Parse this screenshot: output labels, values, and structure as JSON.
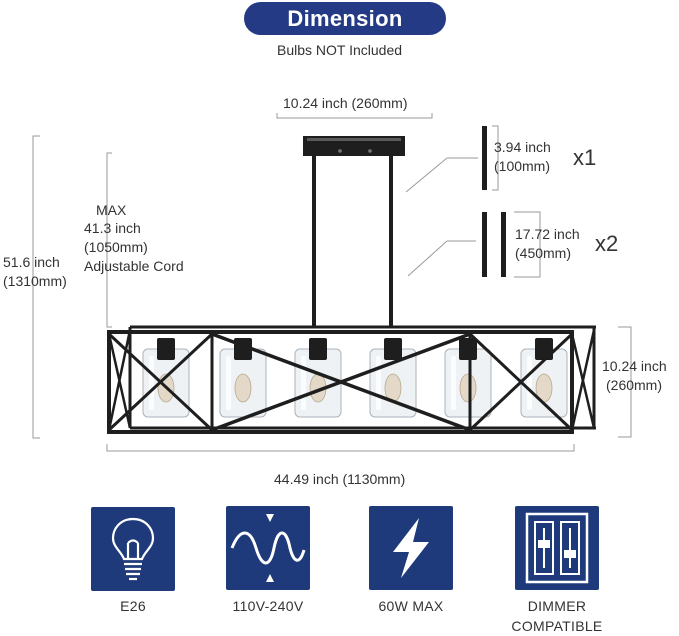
{
  "header": {
    "title": "Dimension",
    "subtitle": "Bulbs NOT Included"
  },
  "dimensions": {
    "canopy_width": "10.24 inch (260mm)",
    "total_height_line1": "51.6 inch",
    "total_height_line2": "(1310mm)",
    "cord_line1": "MAX",
    "cord_line2": "41.3 inch",
    "cord_line3": "(1050mm)",
    "cord_line4": "Adjustable Cord",
    "rod_short_line1": "3.94 inch",
    "rod_short_line2": "(100mm)",
    "rod_short_qty": "x1",
    "rod_long_line1": "17.72 inch",
    "rod_long_line2": "(450mm)",
    "rod_long_qty": "x2",
    "body_height_line1": "10.24 inch",
    "body_height_line2": "(260mm)",
    "body_length": "44.49 inch (1130mm)"
  },
  "features": [
    {
      "icon": "bulb-icon",
      "label": "E26",
      "label2": ""
    },
    {
      "icon": "voltage-wave-icon",
      "label": "110V-240V",
      "label2": ""
    },
    {
      "icon": "lightning-bolt-icon",
      "label": "60W MAX",
      "label2": ""
    },
    {
      "icon": "dimmer-switch-icon",
      "label": "DIMMER",
      "label2": "COMPATIBLE"
    }
  ],
  "colors": {
    "badge": "#243a85",
    "icon_tile": "#1f3a7a",
    "fixture": "#1e1e1e"
  }
}
